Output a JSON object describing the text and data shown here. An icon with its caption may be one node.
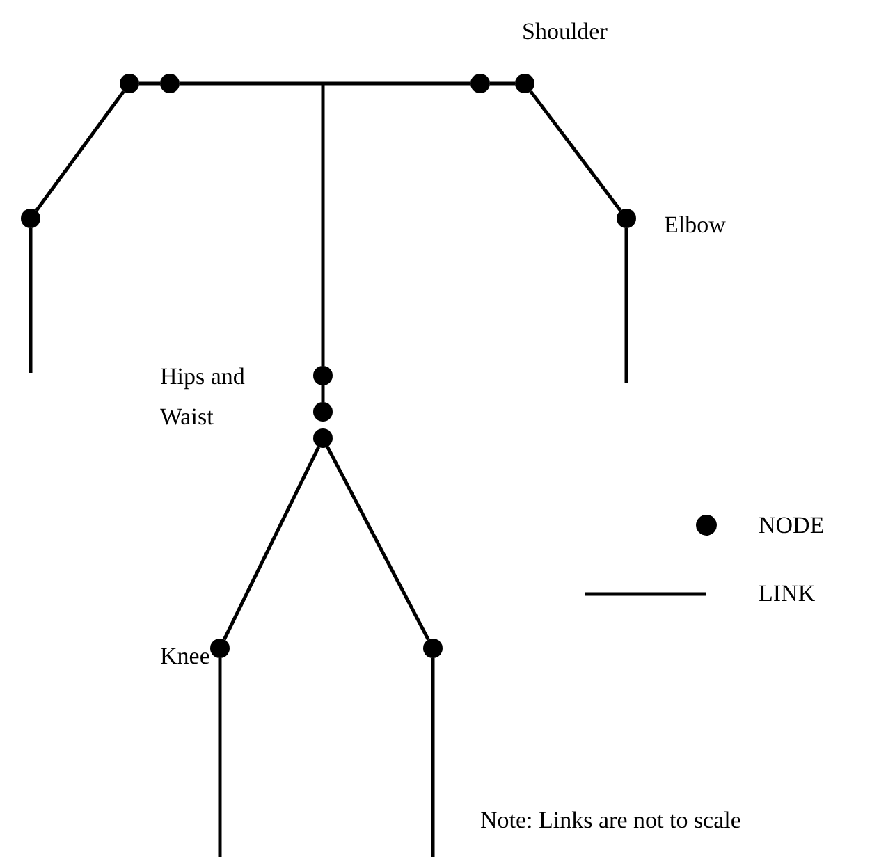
{
  "diagram": {
    "nodes": [
      {
        "text": [],
        "shape": "circle"
      },
      {
        "text": [],
        "shape": "circle"
      },
      {
        "text": [],
        "shape": "circle"
      },
      {
        "text": [],
        "shape": "circle",
        "beside": [
          "Shoulder"
        ]
      },
      {
        "text": [],
        "shape": "circle"
      },
      {
        "text": [],
        "shape": "circle",
        "beside": [
          "Elbow"
        ]
      },
      {
        "text": [],
        "shape": "circle",
        "beside": [
          "Hips and Waist"
        ]
      },
      {
        "text": [],
        "shape": "circle"
      },
      {
        "text": [],
        "shape": "circle"
      },
      {
        "text": [],
        "shape": "circle",
        "beside": [
          "Knee"
        ]
      },
      {
        "text": [],
        "shape": "circle"
      }
    ],
    "edges": [
      {
        "from": 0,
        "to": 1,
        "arrow": "none"
      },
      {
        "from": 1,
        "to": 2,
        "arrow": "none"
      },
      {
        "from": 2,
        "to": 3,
        "arrow": "none"
      },
      {
        "from": 0,
        "to": 4,
        "arrow": "none"
      },
      {
        "from": 3,
        "to": 5,
        "arrow": "none"
      },
      {
        "from": 4,
        "to": null,
        "arrow": "none"
      },
      {
        "from": 5,
        "to": null,
        "arrow": "none"
      },
      {
        "from": null,
        "to": 6,
        "arrow": "none"
      },
      {
        "from": 6,
        "to": 7,
        "arrow": "none"
      },
      {
        "from": 8,
        "to": 9,
        "arrow": "none"
      },
      {
        "from": 8,
        "to": 10,
        "arrow": "none"
      },
      {
        "from": 9,
        "to": null,
        "arrow": "none"
      },
      {
        "from": 10,
        "to": null,
        "arrow": "none"
      }
    ],
    "labels": [
      "Note: Links are not to scale"
    ],
    "legend": [
      {
        "text": "NODE"
      },
      {
        "text": "LINK"
      }
    ]
  }
}
